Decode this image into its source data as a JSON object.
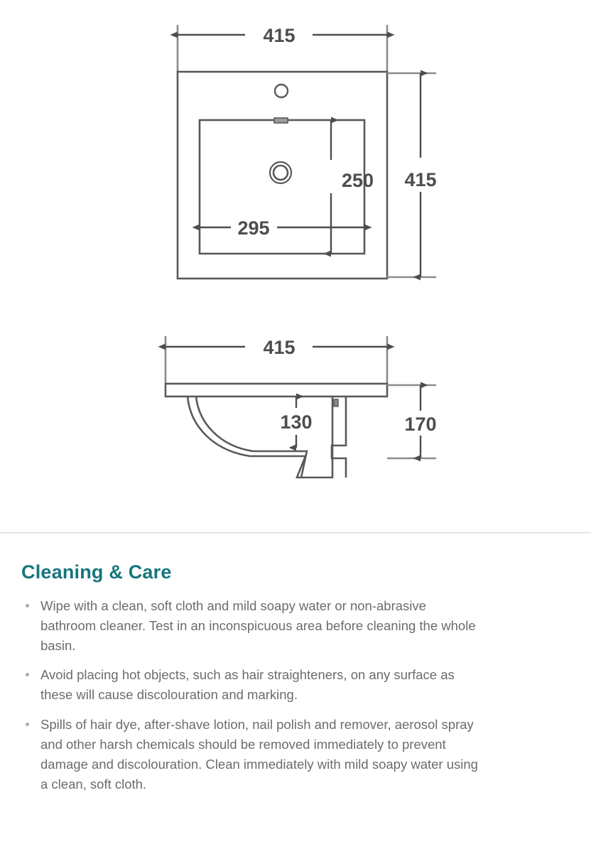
{
  "drawing": {
    "plan_view": {
      "name": "basin-plan-view",
      "width_dimension": "415",
      "depth_dimension": "415",
      "bowl_width_dimension": "295",
      "bowl_depth_dimension": "250",
      "features": [
        "tap-hole",
        "waste-outlet",
        "overflow-slot"
      ]
    },
    "section_view": {
      "name": "basin-section-view",
      "width_dimension": "415",
      "bowl_depth_dimension": "130",
      "height_dimension": "170"
    },
    "line_color": "#58595b",
    "dimension_text_color": "#4d4d4f"
  },
  "care": {
    "heading": "Cleaning & Care",
    "heading_color": "#17757d",
    "items": [
      "Wipe with a clean, soft cloth and mild soapy water or non-abrasive bathroom cleaner. Test in an inconspicuous area before cleaning the whole basin.",
      "Avoid placing hot objects, such as hair straighteners, on any surface as these will cause discolouration and marking.",
      "Spills of hair dye, after-shave lotion, nail polish and remover, aerosol spray and other harsh chemicals should be removed immediately to prevent damage and discolouration. Clean immediately with mild soapy water using a clean, soft cloth."
    ]
  }
}
